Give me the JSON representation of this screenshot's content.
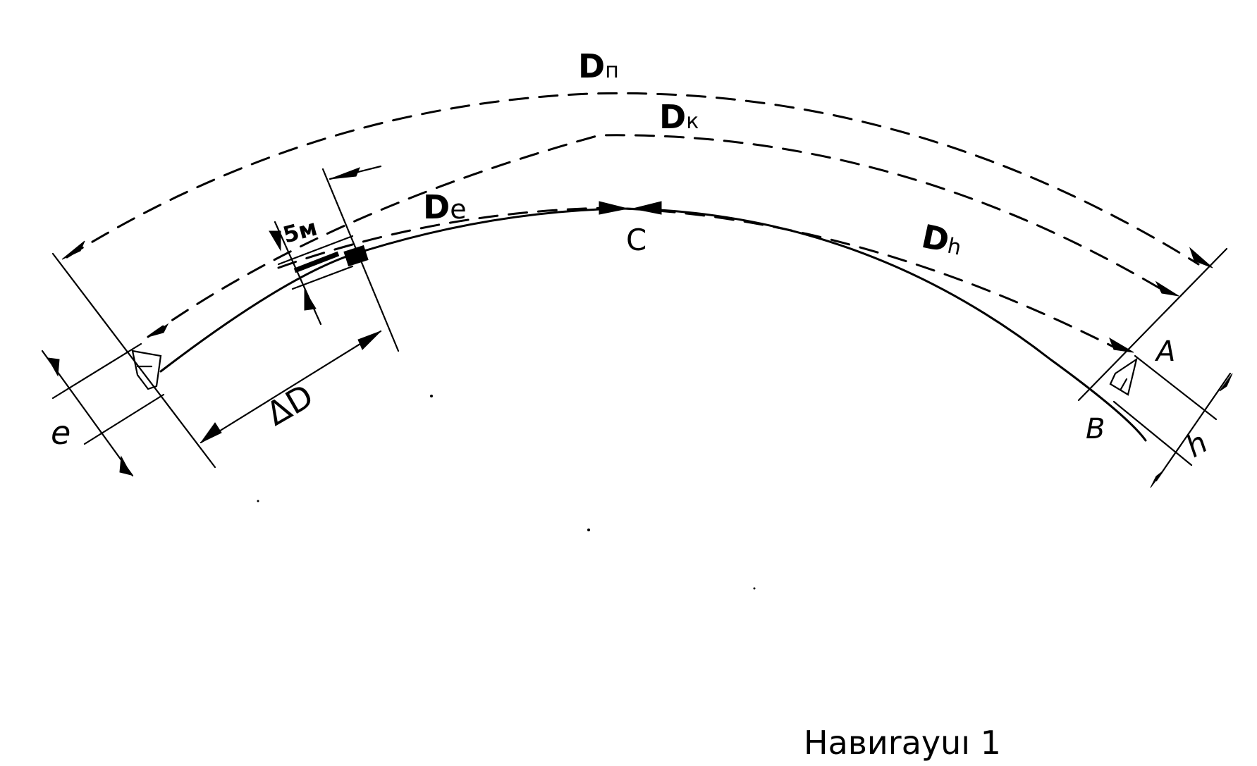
{
  "labels": {
    "dn_main": "D",
    "dn_sub": "п",
    "dk_main": "D",
    "dk_sub": "к",
    "de_main": "D",
    "de_sub": "e",
    "dh_main": "D",
    "dh_sub": "h",
    "c": "C",
    "a": "A",
    "b": "B",
    "e": "e",
    "h": "h",
    "five_m": "5м",
    "delta_d": "ΔD"
  },
  "caption": "Hавиrаyuı 1",
  "colors": {
    "ink": "#000000",
    "paper": "#ffffff"
  }
}
